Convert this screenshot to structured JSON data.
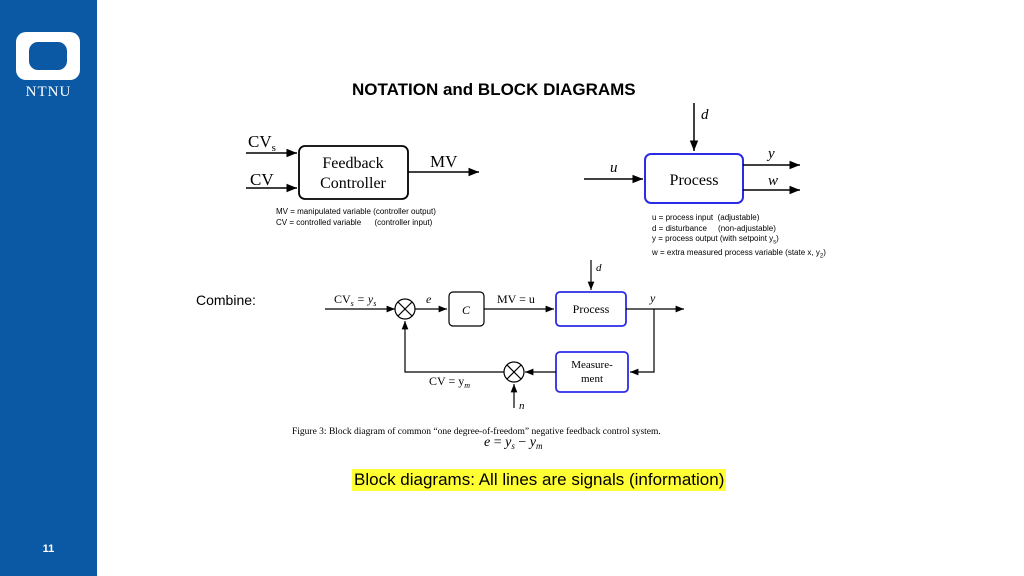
{
  "sidebar": {
    "logo_text": "NTNU",
    "page_number": "11",
    "color": "#0b58a4"
  },
  "title": "NOTATION and BLOCK DIAGRAMS",
  "controller_block": {
    "label_line1": "Feedback",
    "label_line2": "Controller",
    "input1": "CV",
    "input1_sub": "s",
    "input2": "CV",
    "output": "MV"
  },
  "controller_notes": {
    "line1": "MV = manipulated variable (controller output)",
    "line2": "CV = controlled variable      (controller input)"
  },
  "process_block": {
    "label": "Process",
    "disturbance": "d",
    "input": "u",
    "output1": "y",
    "output2": "w",
    "border_color": "#2b2be6"
  },
  "process_notes": {
    "line1": "u = process input  (adjustable)",
    "line2": "d = disturbance     (non-adjustable)",
    "line3_prefix": "y = process output (with setpoint y",
    "line3_sub": "s",
    "line3_suffix": ")",
    "line4_prefix": "w = extra measured process variable (state x, y",
    "line4_sub": "2",
    "line4_suffix": ")"
  },
  "combine_label": "Combine:",
  "feedback_diagram": {
    "setpoint": "CV",
    "setpoint_sub": "s",
    "setpoint_eq": " = y",
    "setpoint_eq_sub": "s",
    "error": "e",
    "controller": "C",
    "mv_eq": "MV = u",
    "process": "Process",
    "disturbance": "d",
    "output": "y",
    "measurement_line1": "Measure-",
    "measurement_line2": "ment",
    "cv_eq": "CV = y",
    "cv_eq_sub": "m",
    "noise": "n"
  },
  "figure_caption": "Figure 3:  Block diagram of common “one degree-of-freedom” negative feedback control system.",
  "equation": {
    "lhs": "e",
    "rhs1": "y",
    "rhs1_sub": "s",
    "rhs2": "y",
    "rhs2_sub": "m"
  },
  "highlight_text": "Block diagrams: All lines are signals (information)",
  "highlight_color": "#ffff33"
}
